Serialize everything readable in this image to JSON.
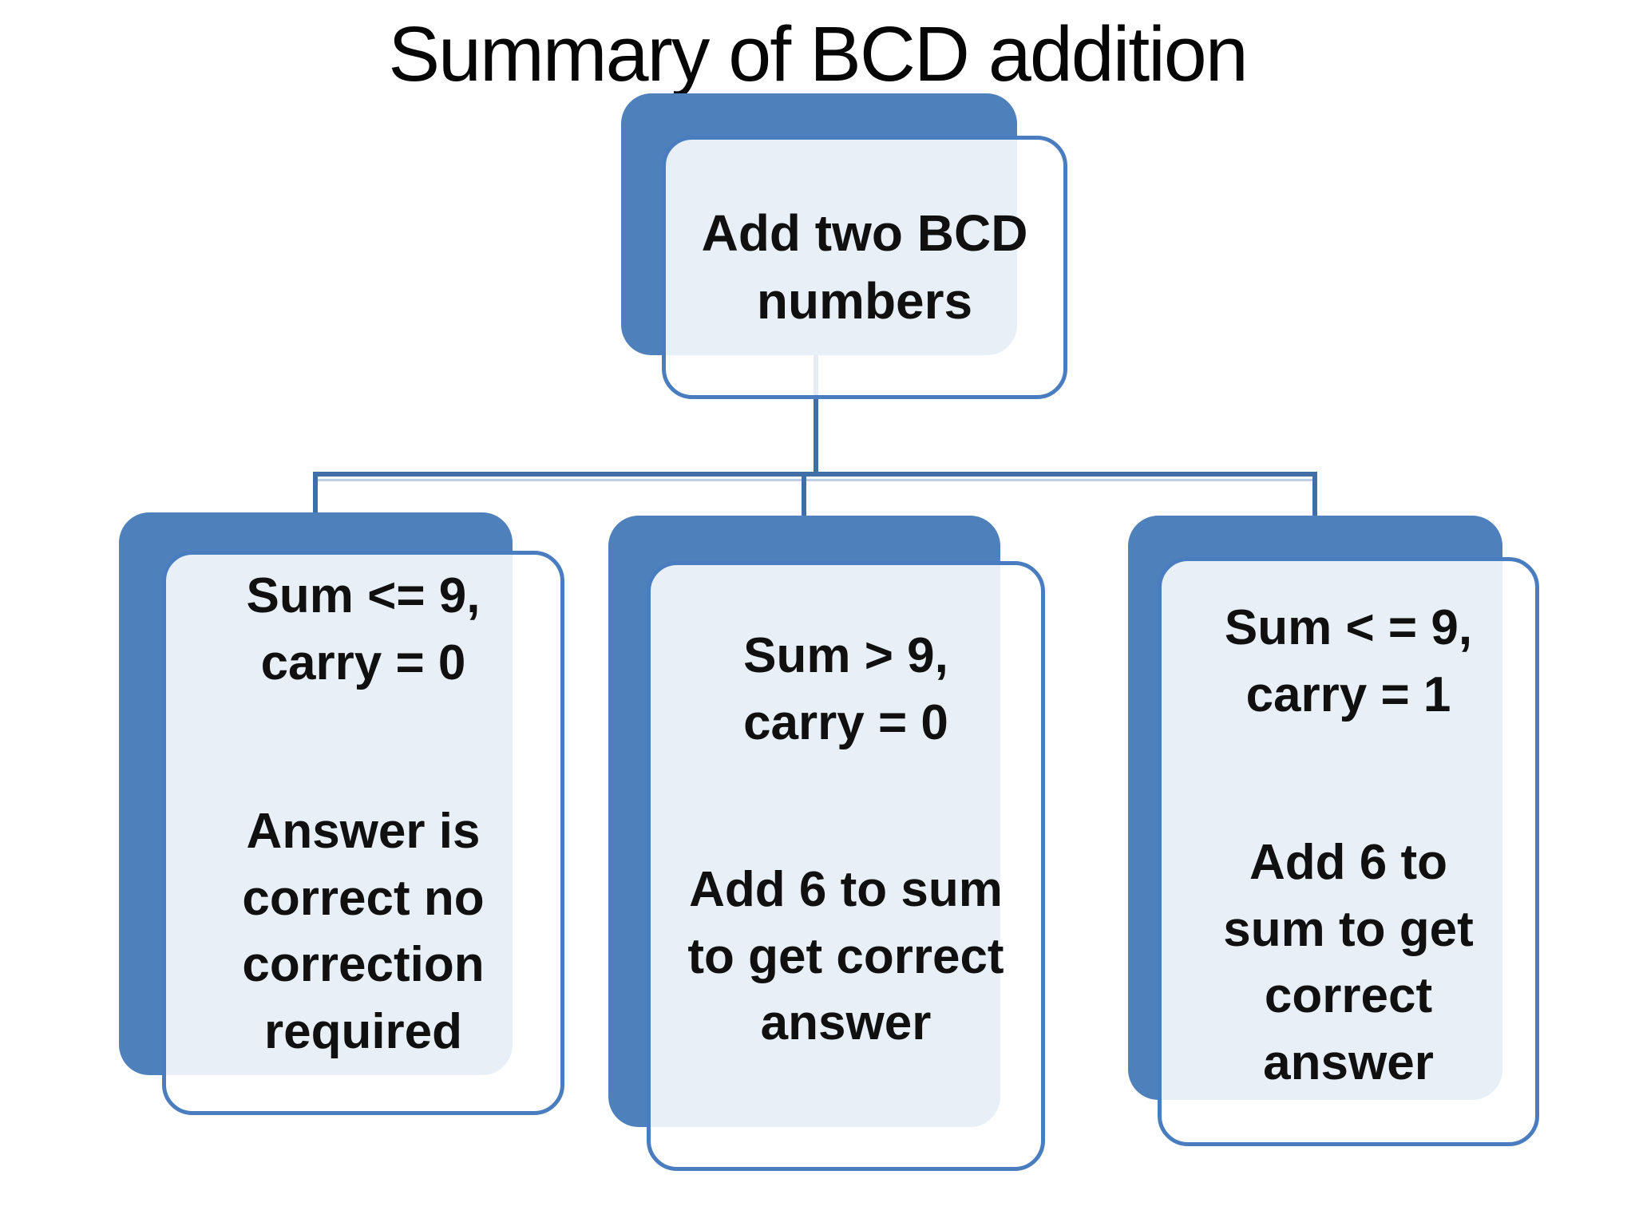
{
  "title": "Summary of BCD addition",
  "root": {
    "label": "Add two BCD\nnumbers"
  },
  "children": [
    {
      "condition": "Sum <= 9,\ncarry = 0",
      "action": "Answer is\ncorrect no\ncorrection\nrequired"
    },
    {
      "condition": "Sum > 9,\ncarry = 0",
      "action": "Add 6 to sum\nto get correct\nanswer"
    },
    {
      "condition": "Sum < = 9,\ncarry = 1",
      "action": "Add 6 to\nsum to get\ncorrect\nanswer"
    }
  ],
  "colors": {
    "back_panel_fill": "#4e80bb",
    "front_panel_border": "#4a7dc0",
    "front_panel_tint": "#e8edf5",
    "connector": "#3f6fa5",
    "text": "#101010",
    "background": "#ffffff"
  }
}
